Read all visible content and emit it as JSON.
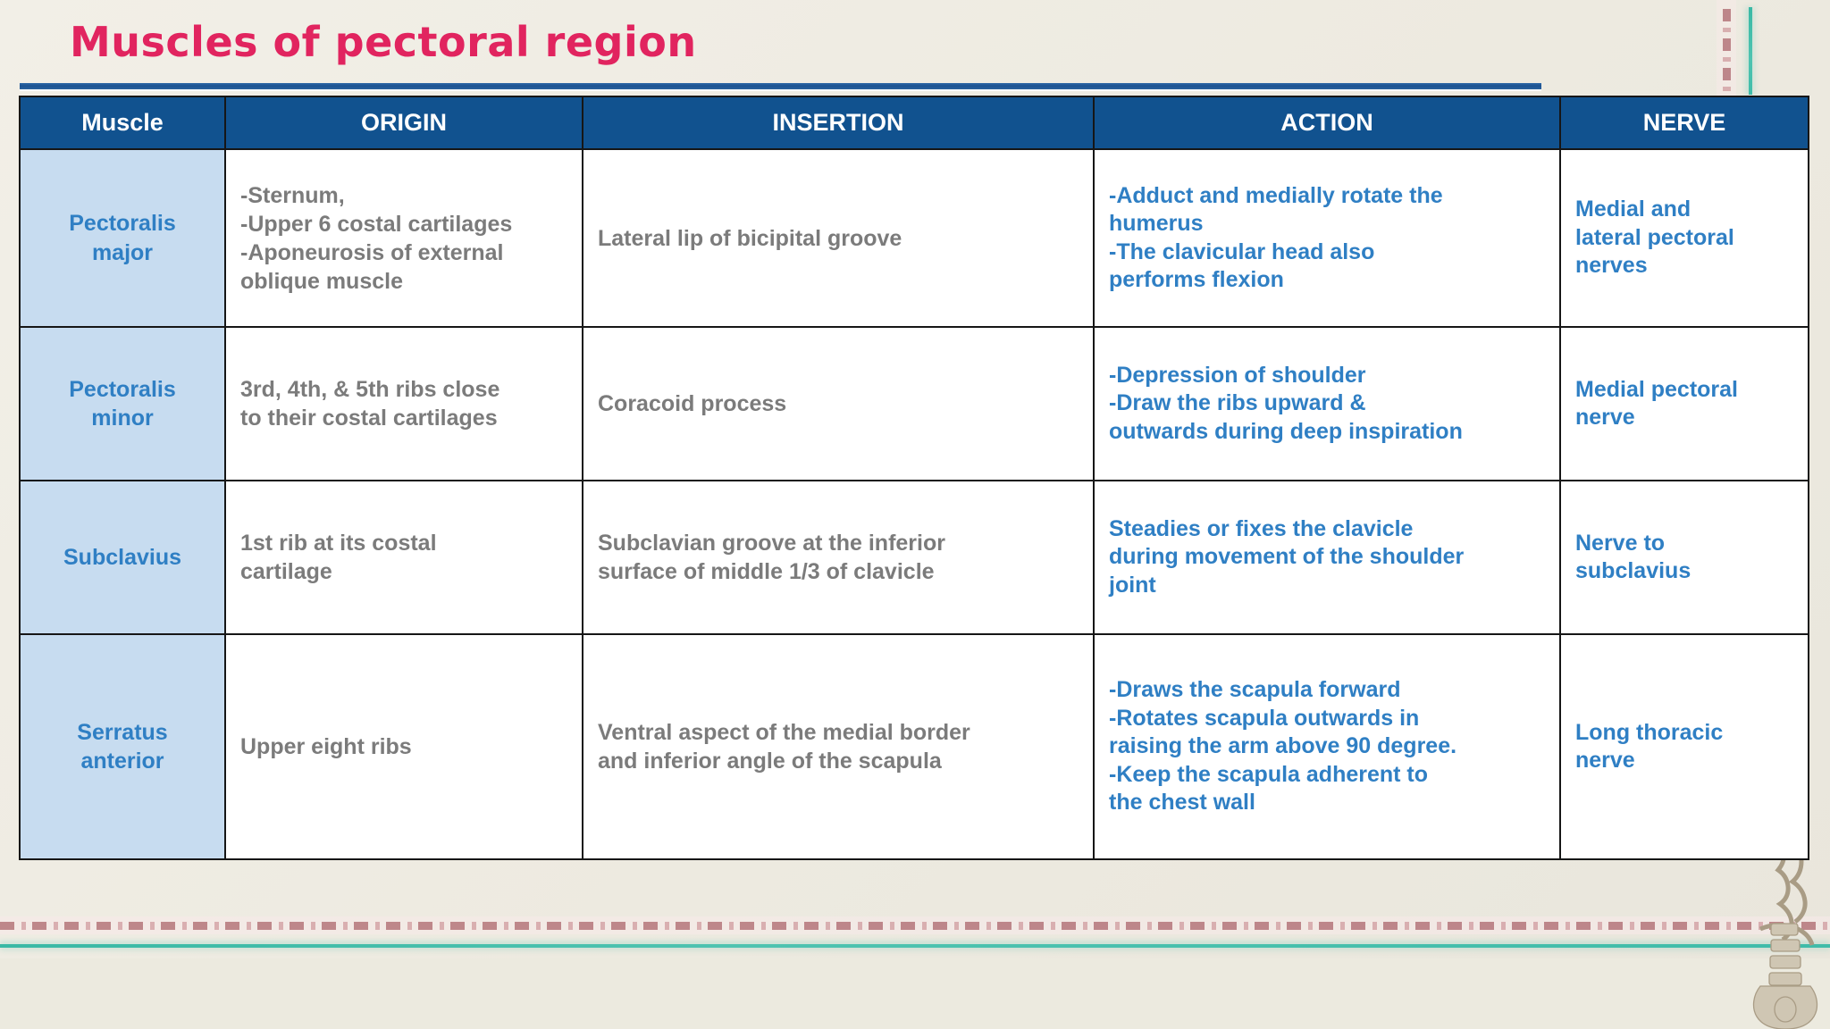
{
  "slide": {
    "title": "Muscles of pectoral region",
    "title_color": "#e1245f",
    "accent_blue": "#11528f",
    "body_blue": "#2f7fc4",
    "body_gray": "#7b7b7b",
    "muscle_cell_bg": "#c7dcf0",
    "background": "#efece3",
    "deco_teal": "#3fbca9",
    "deco_dash": "#9d4a52",
    "artwork": "skeleton-pelvis-image"
  },
  "table": {
    "columns": [
      "Muscle",
      "ORIGIN",
      "INSERTION",
      "ACTION",
      "NERVE"
    ],
    "rows": [
      {
        "muscle": [
          "Pectoralis",
          "major"
        ],
        "origin": [
          "-Sternum,",
          "-Upper 6 costal cartilages",
          "-Aponeurosis of external",
          "oblique muscle"
        ],
        "insertion": [
          "Lateral lip of bicipital groove"
        ],
        "action": [
          "-Adduct and medially rotate the",
          "humerus",
          "-The clavicular head also",
          "performs flexion"
        ],
        "nerve": [
          "Medial and",
          "lateral pectoral",
          "nerves"
        ]
      },
      {
        "muscle": [
          "Pectoralis",
          "minor"
        ],
        "origin": [
          "3rd, 4th, & 5th ribs close",
          "to their costal cartilages"
        ],
        "insertion": [
          "Coracoid process"
        ],
        "action": [
          "-Depression of shoulder",
          "-Draw the ribs upward &",
          "outwards during deep inspiration"
        ],
        "nerve": [
          "Medial pectoral",
          "nerve"
        ]
      },
      {
        "muscle": [
          "Subclavius"
        ],
        "origin": [
          "1st rib at its costal",
          "cartilage"
        ],
        "insertion": [
          "Subclavian groove at the inferior",
          "surface of middle 1/3 of clavicle"
        ],
        "action": [
          "Steadies or fixes the clavicle",
          "during movement of the shoulder",
          "joint"
        ],
        "nerve": [
          "Nerve to",
          "subclavius"
        ]
      },
      {
        "muscle": [
          "Serratus",
          "anterior"
        ],
        "origin": [
          "Upper eight ribs"
        ],
        "insertion": [
          "Ventral aspect of the medial border",
          "and inferior angle of the scapula"
        ],
        "action": [
          "-Draws the scapula forward",
          "-Rotates scapula outwards in",
          "raising the arm above 90 degree.",
          "-Keep the scapula adherent  to",
          "the chest wall"
        ],
        "nerve": [
          "Long thoracic",
          "nerve"
        ]
      }
    ]
  }
}
